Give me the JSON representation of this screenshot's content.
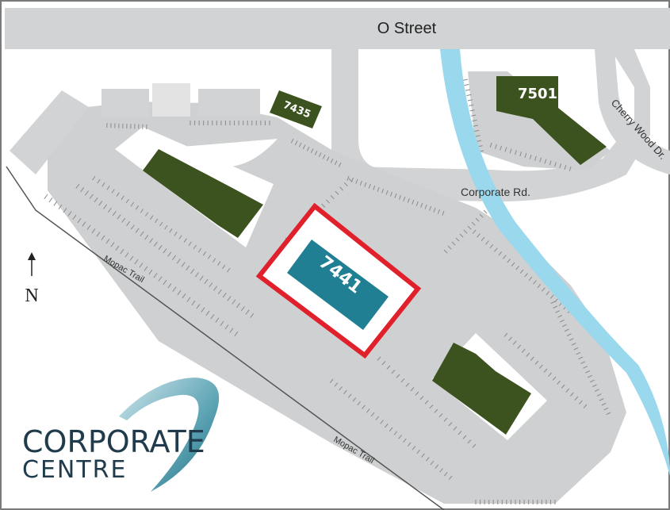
{
  "streets": {
    "o_street": "O Street",
    "corporate_rd": "Corporate Rd.",
    "cherry_wood_dr": "Cherry Wood Dr.",
    "mopac_trail_upper": "Mopac Trail",
    "mopac_trail_lower": "Mopac Trail"
  },
  "buildings": {
    "b7435": "7435",
    "b7501": "7501",
    "b7441": "7441"
  },
  "compass": {
    "north": "N"
  },
  "logo": {
    "line1": "CORPORATE",
    "line2": "CENTRE"
  },
  "colors": {
    "road": "#d2d3d4",
    "parking": "#cfd0d1",
    "building_dark": "#3c5320",
    "building_highlight": "#217f94",
    "highlight_border": "#e0202a",
    "creek": "#9ad8ee",
    "logo_text": "#1f3b4c"
  }
}
